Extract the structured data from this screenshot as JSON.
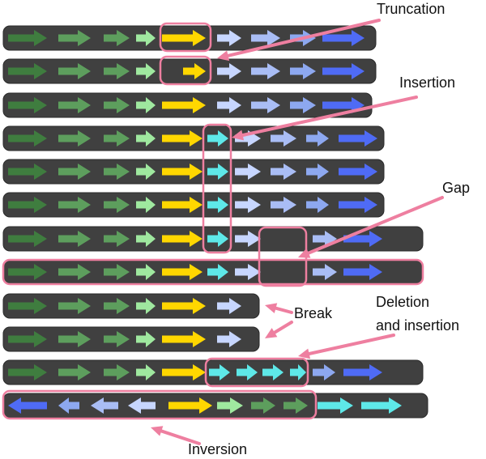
{
  "labels": {
    "truncation": "Truncation",
    "insertion": "Insertion",
    "gap": "Gap",
    "break": "Break",
    "deletion_line1": "Deletion",
    "deletion_line2": "and insertion",
    "inversion": "Inversion"
  },
  "colors": {
    "bar": "#404040",
    "bar_stroke": "#2a2a2a",
    "highlight": "#ee7fa0",
    "callout": "#ee7fa0",
    "gene_dark_green": "#3f7d3f",
    "gene_green": "#5d9e5d",
    "gene_light_green": "#9fe89f",
    "gene_yellow": "#ffd700",
    "gene_pale_blue": "#c7d6ff",
    "gene_light_blue": "#a9bdf5",
    "gene_mid_blue": "#8da8f0",
    "gene_blue": "#4f6bf5",
    "gene_cyan": "#5ee8e8"
  }
}
